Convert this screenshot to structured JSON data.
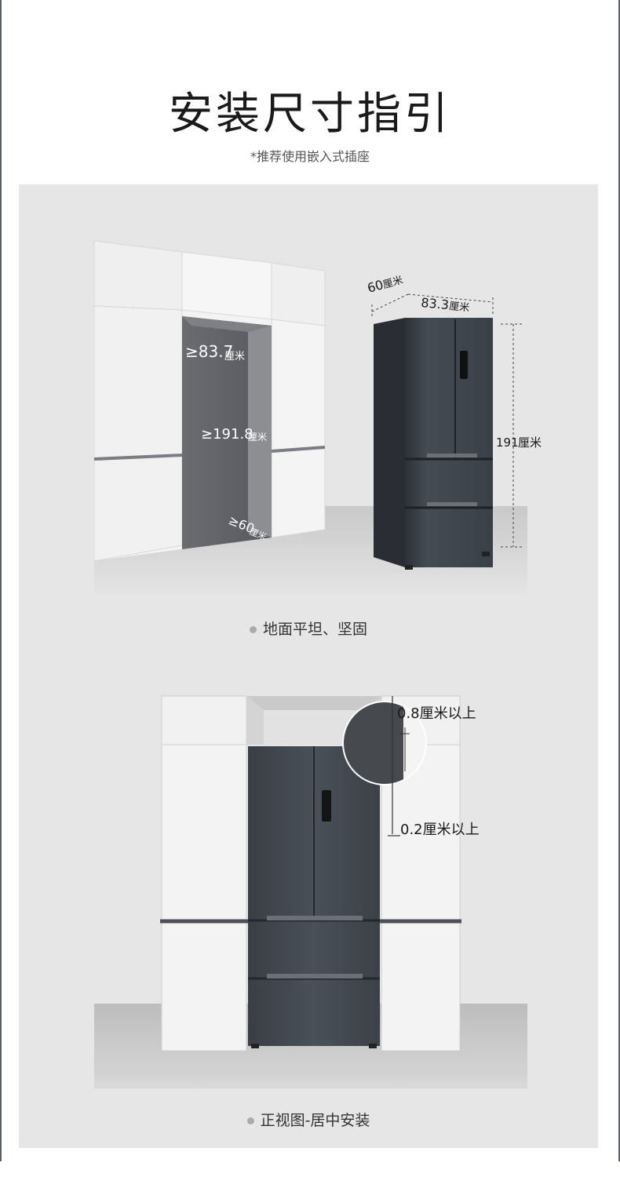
{
  "header": {
    "title": "安装尺寸指引",
    "subtitle": "*推荐使用嵌入式插座"
  },
  "scene1": {
    "cabinet_width": "≥83.7",
    "cabinet_height": "≥191.8",
    "cabinet_depth": "≥60",
    "unit": "厘米",
    "fridge_depth": "60",
    "fridge_width": "83.3",
    "fridge_height": "191",
    "caption": "地面平坦、坚固"
  },
  "scene2": {
    "top_gap": "0.8厘米以上",
    "side_gap": "0.2厘米以上",
    "caption": "正视图-居中安装"
  },
  "colors": {
    "panel_bg": "#e6e6e6",
    "fridge": "#3d434b",
    "cabinet": "#f2f2f2"
  }
}
